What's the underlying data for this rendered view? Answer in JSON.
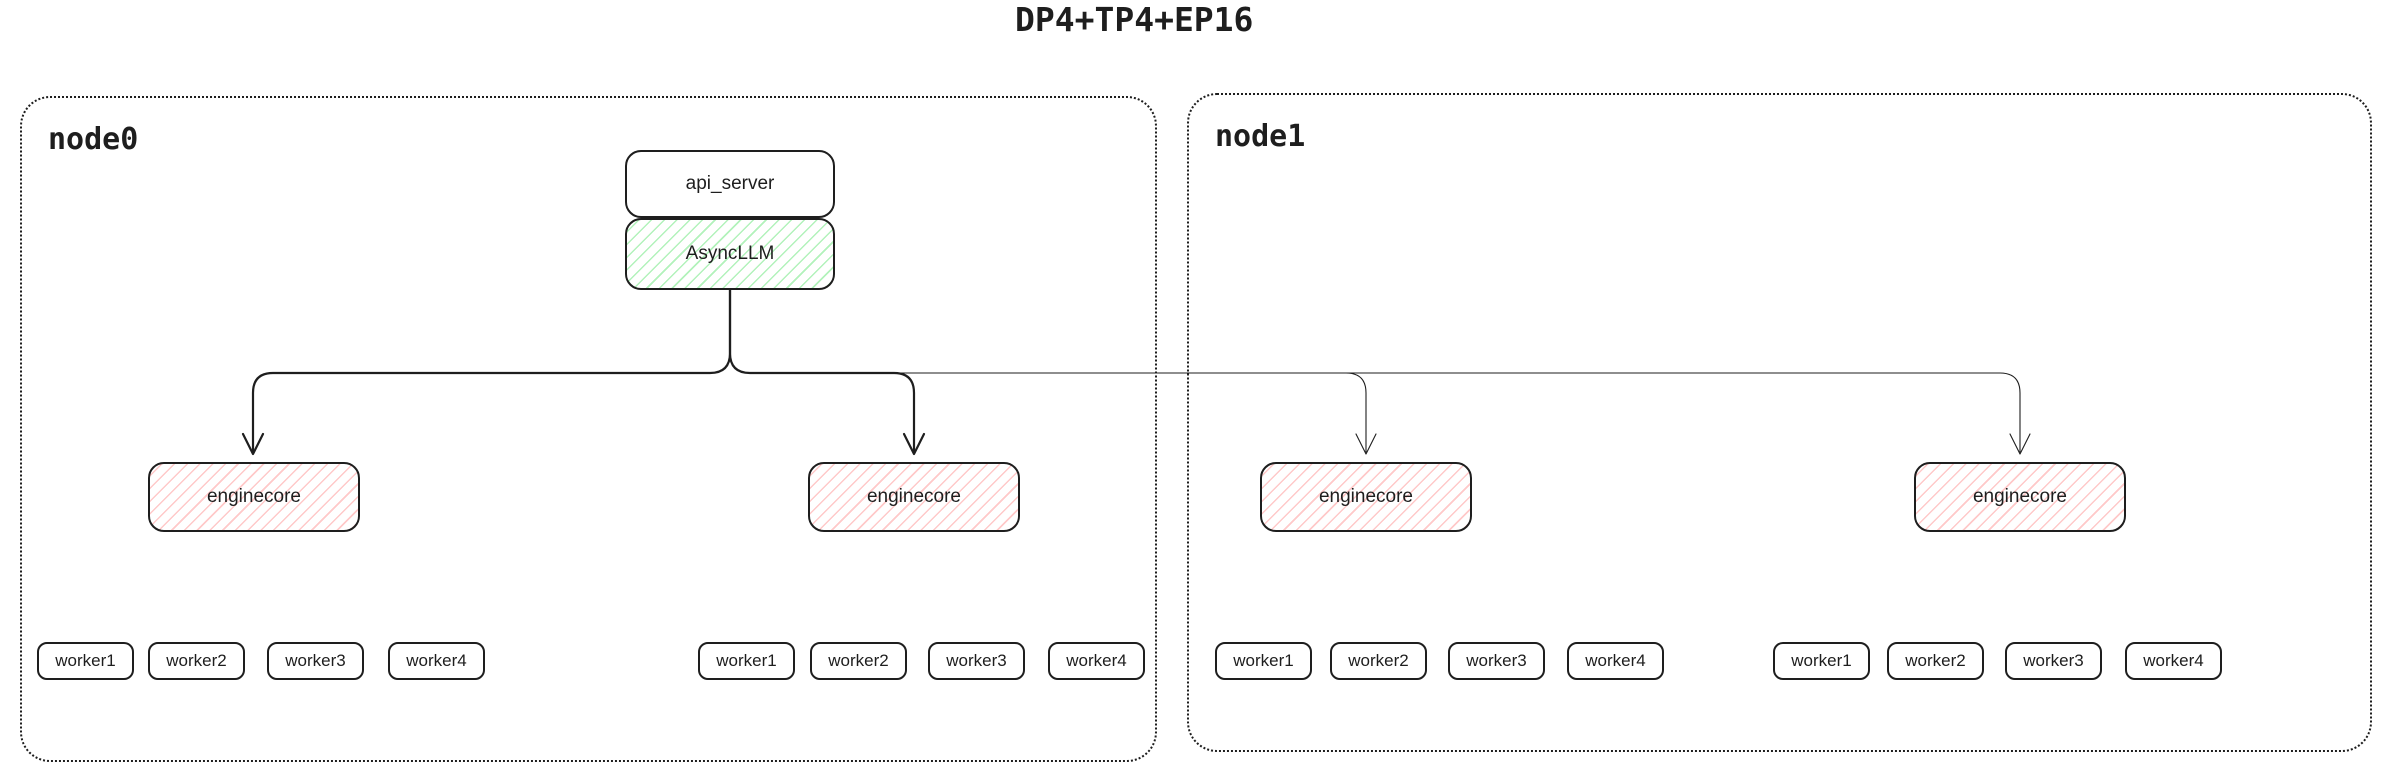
{
  "title": "DP4+TP4+EP16",
  "api_server": {
    "label": "api_server"
  },
  "async_llm": {
    "label": "AsyncLLM"
  },
  "nodes": [
    {
      "label": "node0",
      "enginecores": [
        {
          "label": "enginecore",
          "workers": [
            "worker1",
            "worker2",
            "worker3",
            "worker4"
          ]
        },
        {
          "label": "enginecore",
          "workers": [
            "worker1",
            "worker2",
            "worker3",
            "worker4"
          ]
        }
      ]
    },
    {
      "label": "node1",
      "enginecores": [
        {
          "label": "enginecore",
          "workers": [
            "worker1",
            "worker2",
            "worker3",
            "worker4"
          ]
        },
        {
          "label": "enginecore",
          "workers": [
            "worker1",
            "worker2",
            "worker3",
            "worker4"
          ]
        }
      ]
    }
  ],
  "colors": {
    "stroke": "#1e1e1e",
    "async_llm_hatch": "#b2f2bb",
    "enginecore_hatch": "#ffc9c9",
    "background": "#ffffff"
  }
}
